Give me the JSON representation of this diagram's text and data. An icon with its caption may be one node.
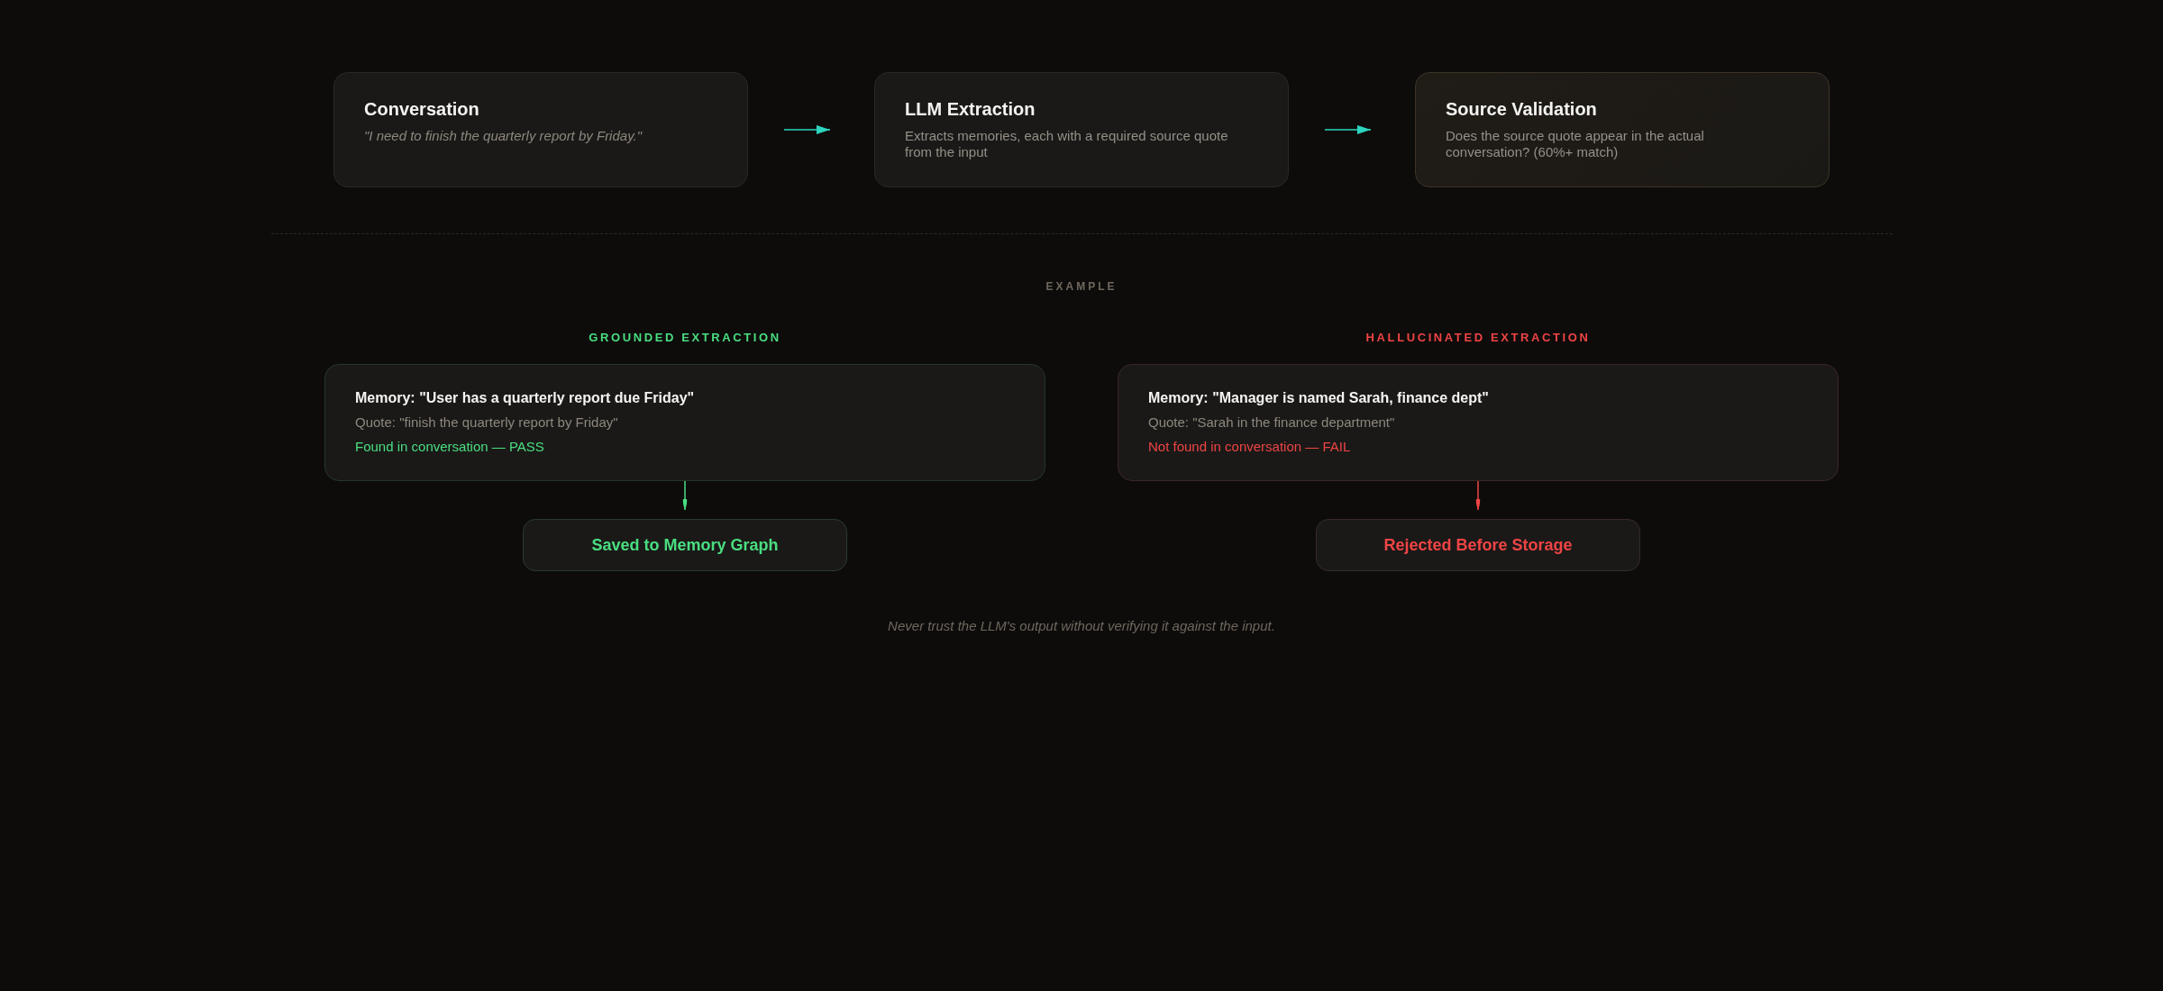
{
  "diagram": {
    "nodes": [
      {
        "text": [
          "Conversation",
          "\"I need to finish the quarterly report by Friday.\""
        ]
      },
      {
        "text": [
          "LLM Extraction",
          "Extracts memories, each with a required source quote from the input"
        ]
      },
      {
        "text": [
          "Source Validation",
          "Does the source quote appear in the actual conversation? (60%+ match)"
        ]
      },
      {
        "text": [
          "GROUNDED EXTRACTION",
          "Memory: \"User has a quarterly report due Friday\"",
          "Quote: \"finish the quarterly report by Friday\"",
          "Found in conversation — PASS"
        ]
      },
      {
        "text": [
          "HALLUCINATED EXTRACTION",
          "Memory: \"Manager is named Sarah, finance dept\"",
          "Quote: \"Sarah in the finance department\"",
          "Not found in conversation — FAIL"
        ]
      },
      {
        "text": [
          "Saved to Memory Graph"
        ]
      },
      {
        "text": [
          "Rejected Before Storage"
        ]
      }
    ],
    "edges": [
      {
        "from": 0,
        "to": 1,
        "arrow": "to"
      },
      {
        "from": 1,
        "to": 2,
        "arrow": "to"
      },
      {
        "from": 3,
        "to": 5,
        "arrow": "to",
        "color": "#4ade80"
      },
      {
        "from": 4,
        "to": 6,
        "arrow": "to",
        "color": "#ef4444"
      }
    ],
    "labels": [
      "EXAMPLE"
    ],
    "caption": "Never trust the LLM's output without verifying it against the input."
  }
}
